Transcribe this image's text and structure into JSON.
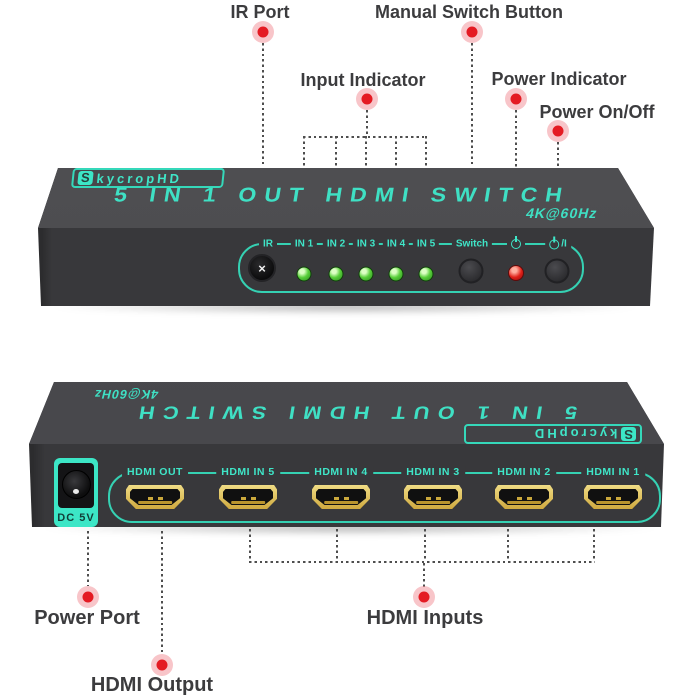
{
  "colors": {
    "teal_accent": "#3FE6C8",
    "device_top_face": "#4B4B4F",
    "device_front_face": "#38383B",
    "callout_text": "#3C3C3E",
    "callout_dot": "#E41B23",
    "led_green": "#58CF3A",
    "led_red": "#E02018",
    "hdmi_gold": "#D9BE5C"
  },
  "callouts": {
    "ir_port": "IR Port",
    "manual_switch": "Manual Switch Button",
    "input_indicator": "Input Indicator",
    "power_indicator": "Power Indicator",
    "power_onoff": "Power On/Off",
    "power_port": "Power Port",
    "hdmi_inputs": "HDMI Inputs",
    "hdmi_output": "HDMI Output"
  },
  "device_front": {
    "brand_s": "S",
    "brand_rest": "kycropHD",
    "title": "5 IN 1 OUT HDMI SWITCH",
    "badge": "4K@60Hz",
    "ir_symbol": "×",
    "panel": {
      "ir": "IR",
      "inputs": [
        "IN 1",
        "IN 2",
        "IN 3",
        "IN 4",
        "IN 5"
      ],
      "switch": "Switch",
      "power_suffix": "/I"
    }
  },
  "device_back": {
    "brand_s": "S",
    "brand_rest": "kycropHD",
    "title": "5 IN 1 OUT HDMI SWITCH",
    "badge": "4K@60Hz",
    "dc_label": "DC 5V",
    "port_labels": [
      "HDMI OUT",
      "HDMI IN 5",
      "HDMI IN 4",
      "HDMI IN 3",
      "HDMI IN 2",
      "HDMI IN 1"
    ]
  }
}
